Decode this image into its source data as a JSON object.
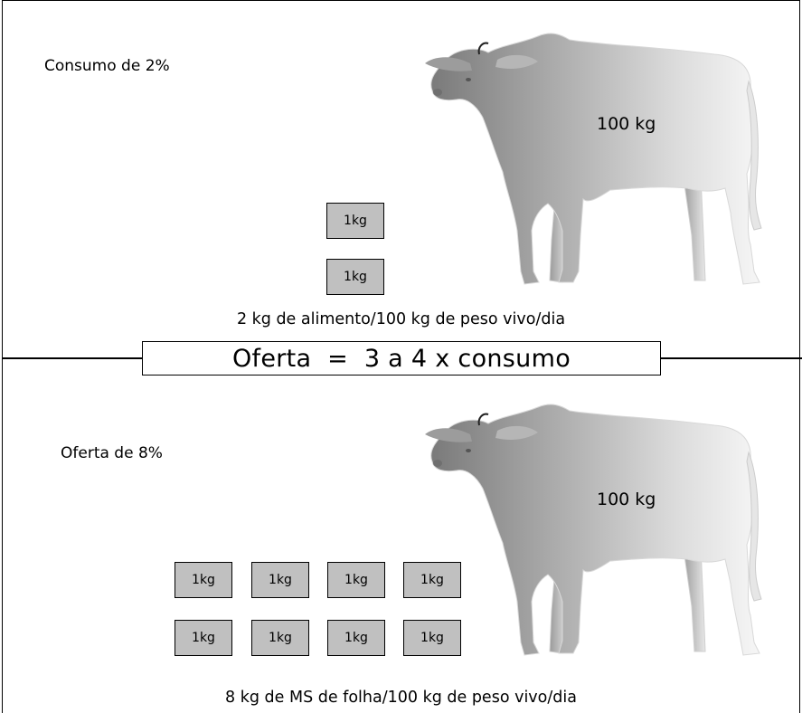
{
  "top": {
    "title": "Consumo de 2%",
    "weight": "100 kg",
    "boxes": [
      "1kg",
      "1kg"
    ],
    "caption": "2 kg de alimento/100 kg de peso vivo/dia"
  },
  "center": {
    "text": "Oferta  =  3 a 4 x consumo"
  },
  "bottom": {
    "title": "Oferta de 8%",
    "weight": "100 kg",
    "boxes_row1": [
      "1kg",
      "1kg",
      "1kg",
      "1kg"
    ],
    "boxes_row2": [
      "1kg",
      "1kg",
      "1kg",
      "1kg"
    ],
    "caption": "8 kg de MS de folha/100 kg de peso vivo/dia"
  },
  "colors": {
    "box_fill": "#c0c0c0",
    "cow_dark": "#808080",
    "cow_light": "#f4f4f4"
  },
  "icons": {
    "animal": "zebu-cow-icon"
  }
}
